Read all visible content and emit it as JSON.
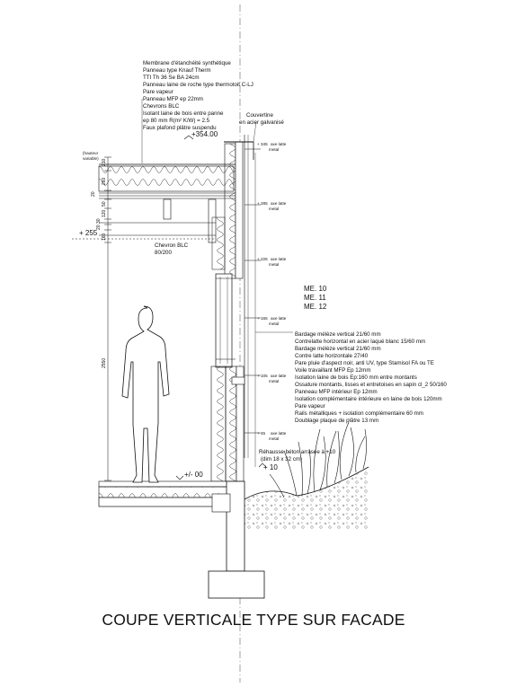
{
  "title": "COUPE VERTICALE TYPE SUR FACADE",
  "roof_annotation": [
    "Membrane d'étanchéité synthétique",
    "Panneau type Knauf Therm",
    "TTI Th 36 Se BA 24cm",
    "Panneau laine de roche type thermotoit C-LJ",
    "Pare vapeur",
    "Panneau MFP ep 22mm",
    "Chevrons BLC",
    "Isolant laine de bois entre panne",
    "ep 80 mm R(m² K/W) = 2.5",
    "Faux plafond plâtre suspendu"
  ],
  "couvertine": [
    "Couvertine",
    "en acier galvanisé"
  ],
  "levels": {
    "top": "+354.00",
    "mid": "+ 255",
    "floor": "+/- 00",
    "ground": "+ 10"
  },
  "height_note": [
    "(hauteur",
    "variable)"
  ],
  "left_dims": [
    "210",
    "260",
    "20",
    "50",
    "120",
    "30",
    "20",
    "160",
    "2550"
  ],
  "chevron": [
    "Chevron BLC",
    "80/200"
  ],
  "lattes": [
    {
      "level": "+ 345",
      "l1": "axe latte",
      "l2": "metal"
    },
    {
      "level": "+ 285",
      "l1": "axe latte",
      "l2": "metal"
    },
    {
      "level": "+ 225",
      "l1": "axe latte",
      "l2": "metal"
    },
    {
      "level": "+ 165",
      "l1": "axe latte",
      "l2": "metal"
    },
    {
      "level": "+ 105",
      "l1": "axe latte",
      "l2": "metal"
    },
    {
      "level": "+ 45",
      "l1": "axe latte",
      "l2": "metal"
    }
  ],
  "me_labels": [
    "ME. 10",
    "ME. 11",
    "ME. 12"
  ],
  "wall_annotation": [
    "Bardage mélèze vertical 21/60 mm",
    "Contrelatte horizontal en acier laqué blanc 15/60 mm",
    "Bardage mélèze vertical 21/60 mm",
    "Contre latte horizontale 27/40",
    "Pare pluie d'aspect noir, anti UV, type Stamisol FA ou TE",
    "Voile travaillant MFP Ep 12mm",
    "Isolation laine de bois Ep:160 mm entre montants",
    "Ossature montants, lisses et entretoises en sapin cl_2 50/160",
    "Panneau MFP intérieur Ep 12mm",
    "Isolation complémentaire intérieure en laine de bois 120mm",
    "Pare vapeur",
    "Rails métalliques + isolation complémentaire 60 mm",
    "Doublage plaque de plâtre 13 mm"
  ],
  "rehausse": [
    "Réhausse béton arrasée à +10",
    "(dim 18 x 32 cm)"
  ]
}
